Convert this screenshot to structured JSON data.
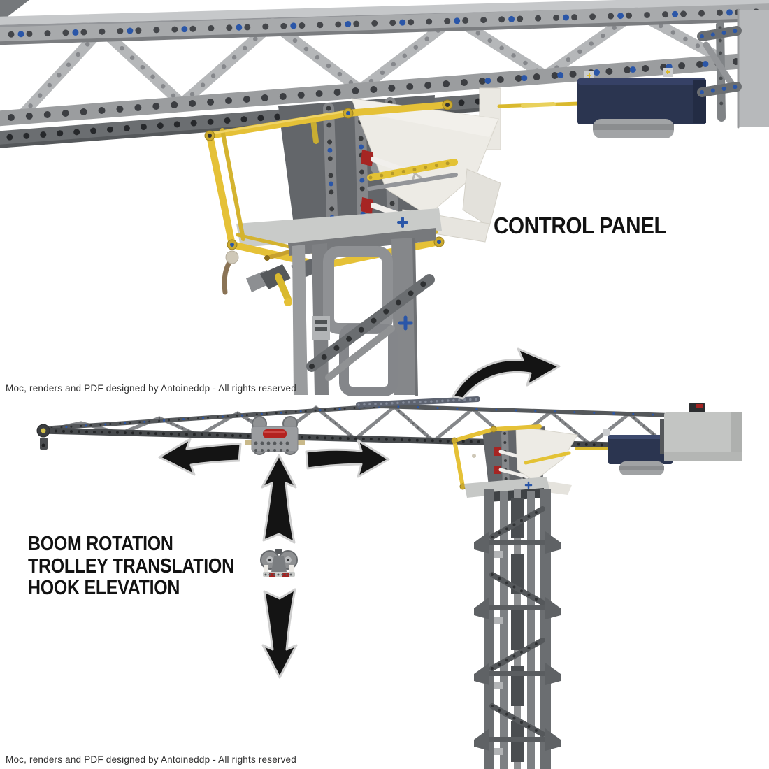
{
  "top_panel": {
    "caption": "CONTROL PANEL",
    "credit": "Moc, renders and PDF designed by Antoineddp - All rights reserved"
  },
  "bottom_panel": {
    "labels": [
      "BOOM ROTATION",
      "TROLLEY TRANSLATION",
      "HOOK ELEVATION"
    ],
    "credit": "Moc, renders and PDF designed by Antoineddp - All rights reserved"
  },
  "icons": {
    "rotation_arrow": "curved-arrow-clockwise",
    "trolley_left_arrow": "arrow-left",
    "trolley_right_arrow": "arrow-right",
    "hook_up_arrow": "arrow-up",
    "hook_down_arrow": "arrow-down"
  },
  "colors": {
    "background": "#ffffff",
    "arrow_fill": "#141414",
    "arrow_outline": "#cfcfcf",
    "lego_yellow": "#e5c137",
    "lego_light_gray": "#a8aaac",
    "lego_dark_gray": "#595c5f",
    "pin_blue": "#2a56a8",
    "battery_navy": "#2b3550",
    "panel_white": "#edebe5",
    "accent_red": "#a62523",
    "headline_text": "#121212",
    "credit_text": "#2f2f2f"
  }
}
